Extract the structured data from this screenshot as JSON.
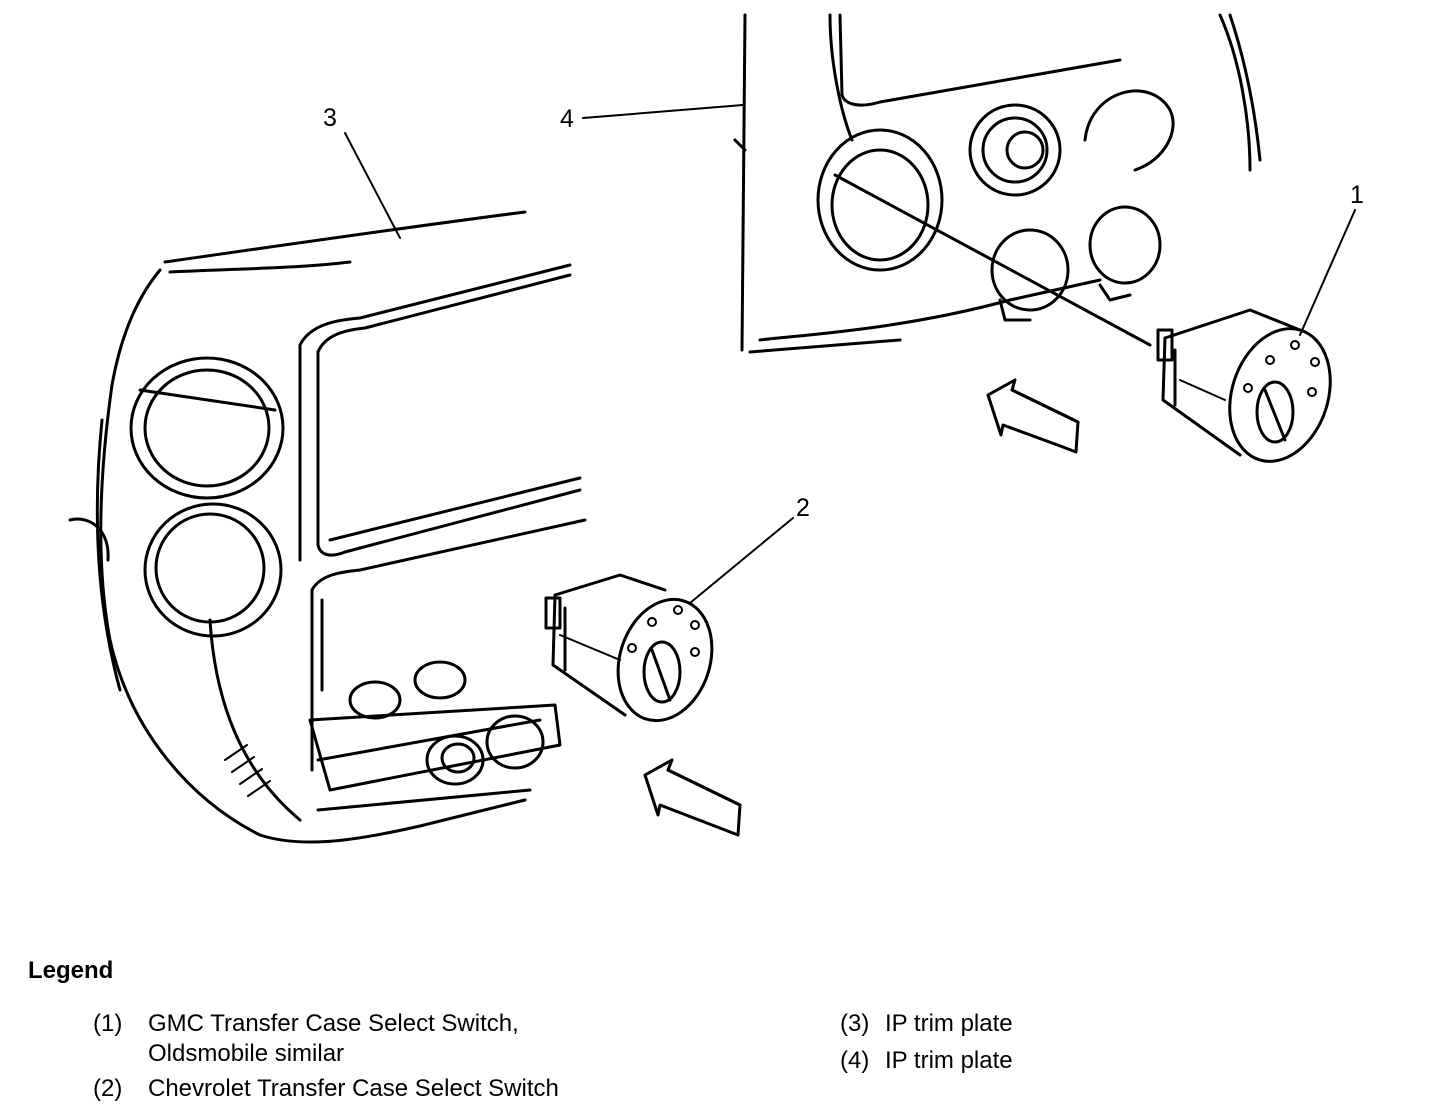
{
  "callouts": [
    {
      "id": "1",
      "label": "1"
    },
    {
      "id": "2",
      "label": "2"
    },
    {
      "id": "3",
      "label": "3"
    },
    {
      "id": "4",
      "label": "4"
    }
  ],
  "legend": {
    "title": "Legend",
    "items": [
      {
        "number": "(1)",
        "line1": "GMC Transfer Case Select Switch,",
        "line2": "Oldsmobile similar"
      },
      {
        "number": "(2)",
        "line1": "Chevrolet Transfer Case Select Switch"
      },
      {
        "number": "(3)",
        "line1": "IP trim plate"
      },
      {
        "number": "(4)",
        "line1": "IP trim plate"
      }
    ]
  }
}
